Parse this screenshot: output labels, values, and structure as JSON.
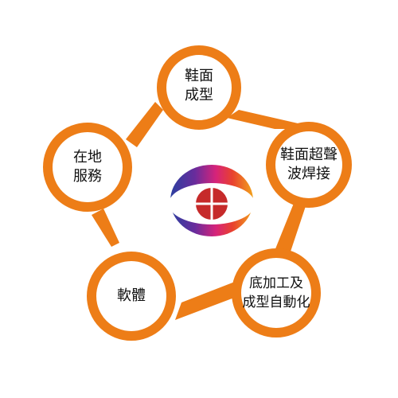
{
  "colors": {
    "ring": "#ED7D17",
    "logo_gradient": [
      "#2B3FA0",
      "#6A2C9C",
      "#D6237A",
      "#E8412E",
      "#F2A31C"
    ],
    "logo_mark": "#C62A2A"
  },
  "center_logo": {
    "icon": "eye-logo-icon"
  },
  "nodes": [
    {
      "id": "forming",
      "lines": [
        "鞋面",
        "成型"
      ]
    },
    {
      "id": "ultrasonic",
      "lines": [
        "鞋面超聲",
        "波焊接"
      ]
    },
    {
      "id": "bottom",
      "lines": [
        "底加工及",
        "成型自動化"
      ]
    },
    {
      "id": "software",
      "lines": [
        "軟體"
      ]
    },
    {
      "id": "local",
      "lines": [
        "在地",
        "服務"
      ]
    }
  ]
}
